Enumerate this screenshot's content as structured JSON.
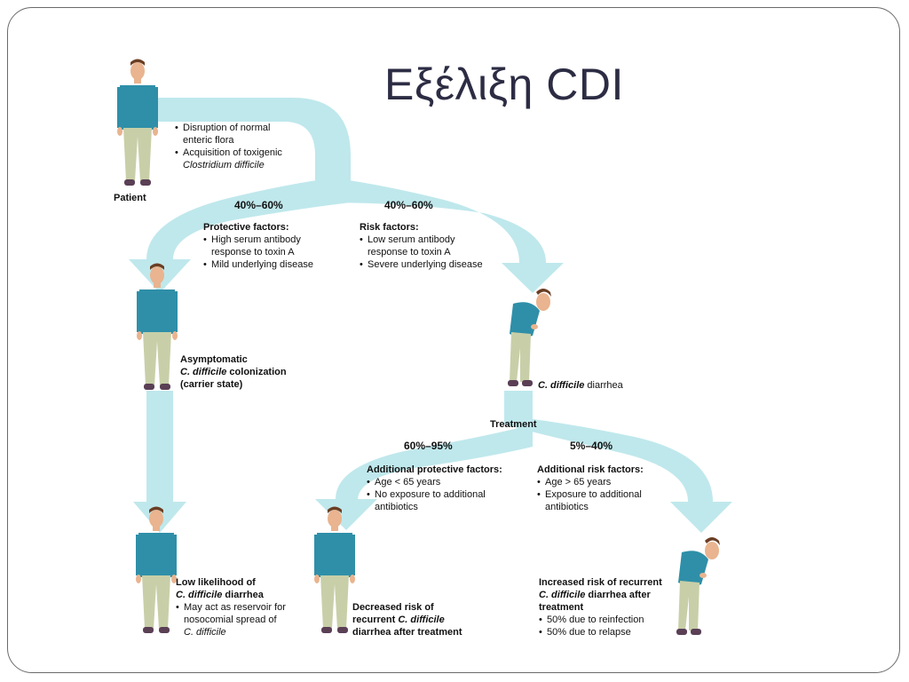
{
  "slide": {
    "title": "Εξέλιξη CDI"
  },
  "patient": {
    "label": "Patient",
    "bullets": [
      [
        "Disruption of normal",
        "enteric flora"
      ],
      [
        "Acquisition of toxigenic",
        "Clostridium difficile"
      ]
    ]
  },
  "branch_left": {
    "percent": "40%–60%",
    "heading": "Protective factors:",
    "bullets": [
      [
        "High serum antibody",
        "response to toxin A"
      ],
      [
        "Mild underlying disease"
      ]
    ]
  },
  "branch_right": {
    "percent": "40%–60%",
    "heading": "Risk factors:",
    "bullets": [
      [
        "Low serum antibody",
        "response to toxin A"
      ],
      [
        "Severe underlying disease"
      ]
    ]
  },
  "asymptomatic": {
    "line1": "Asymptomatic",
    "line2_italic": "C. difficile",
    "line2_rest": " colonization",
    "line3": "(carrier state)"
  },
  "diarrhea": {
    "italic": "C. difficile",
    "rest": " diarrhea"
  },
  "treatment": {
    "label": "Treatment",
    "left_percent": "60%–95%",
    "right_percent": "5%–40%"
  },
  "additional_protective": {
    "heading": "Additional protective factors:",
    "bullets": [
      [
        "Age < 65 years"
      ],
      [
        "No exposure to additional",
        "antibiotics"
      ]
    ]
  },
  "additional_risk": {
    "heading": "Additional risk factors:",
    "bullets": [
      [
        "Age > 65 years"
      ],
      [
        "Exposure to additional",
        "antibiotics"
      ]
    ]
  },
  "low_likelihood": {
    "line1": "Low likelihood of",
    "line2_italic": "C. difficile",
    "line2_rest": " diarrhea",
    "bullet_lines": [
      "May act as reservoir for",
      "nosocomial spread of"
    ],
    "bullet_italic": "C. difficile"
  },
  "decreased": {
    "line1": "Decreased risk of",
    "line2_rest": "recurrent ",
    "line2_italic": "C. difficile",
    "line3": "diarrhea after treatment"
  },
  "increased": {
    "line1": "Increased risk of recurrent",
    "line2_italic": "C. difficile",
    "line2_rest": " diarrhea after",
    "line3": "treatment",
    "bullets": [
      [
        "50% due to reinfection"
      ],
      [
        "50% due to relapse"
      ]
    ]
  },
  "colors": {
    "arrow": "#bfe8ec",
    "shirt": "#2f8fa8",
    "pants": "#c8cfa8",
    "shoes": "#5a3f55",
    "skin": "#e9b48f",
    "hair": "#6a3e24"
  }
}
